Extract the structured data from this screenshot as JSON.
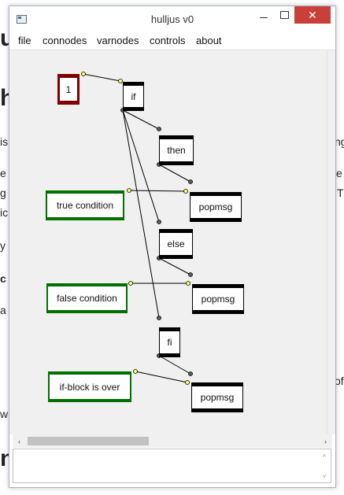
{
  "background_page": {
    "left_fragments": [
      "u",
      "h",
      "is",
      "e",
      "g",
      "ic",
      "y",
      "c",
      "a",
      "w",
      "n"
    ],
    "right_fragments": [
      "ng",
      "e",
      "T",
      "of"
    ]
  },
  "window": {
    "title": "hulljus v0",
    "close_glyph": "✕"
  },
  "menu": {
    "items": [
      "file",
      "connodes",
      "varnodes",
      "controls",
      "about"
    ]
  },
  "graph": {
    "nodes": [
      {
        "id": "const_1",
        "label": "1",
        "kind": "constant",
        "color": "#800000"
      },
      {
        "id": "if",
        "label": "if",
        "kind": "control",
        "color": "#000000"
      },
      {
        "id": "then",
        "label": "then",
        "kind": "control",
        "color": "#000000"
      },
      {
        "id": "popmsg_1",
        "label": "popmsg",
        "kind": "control",
        "color": "#000000"
      },
      {
        "id": "true_cond",
        "label": "true condition",
        "kind": "variable",
        "color": "#007000"
      },
      {
        "id": "else",
        "label": "else",
        "kind": "control",
        "color": "#000000"
      },
      {
        "id": "popmsg_2",
        "label": "popmsg",
        "kind": "control",
        "color": "#000000"
      },
      {
        "id": "false_cond",
        "label": "false condition",
        "kind": "variable",
        "color": "#007000"
      },
      {
        "id": "fi",
        "label": "fi",
        "kind": "control",
        "color": "#000000"
      },
      {
        "id": "popmsg_3",
        "label": "popmsg",
        "kind": "control",
        "color": "#000000"
      },
      {
        "id": "over_msg",
        "label": "if-block is over",
        "kind": "variable",
        "color": "#007000"
      }
    ],
    "control_edges": [
      [
        "if",
        "then"
      ],
      [
        "then",
        "popmsg_1"
      ],
      [
        "if",
        "else"
      ],
      [
        "else",
        "popmsg_2"
      ],
      [
        "if",
        "fi"
      ],
      [
        "fi",
        "popmsg_3"
      ]
    ],
    "data_edges": [
      [
        "const_1",
        "if"
      ],
      [
        "true_cond",
        "popmsg_1"
      ],
      [
        "false_cond",
        "popmsg_2"
      ],
      [
        "over_msg",
        "popmsg_3"
      ]
    ],
    "port_colors": {
      "data": "#ffff66",
      "control": "#606060"
    }
  },
  "scroll": {
    "left_arrow": "‹",
    "right_arrow": "›",
    "up_arrow": "˄",
    "down_arrow": "˅"
  }
}
